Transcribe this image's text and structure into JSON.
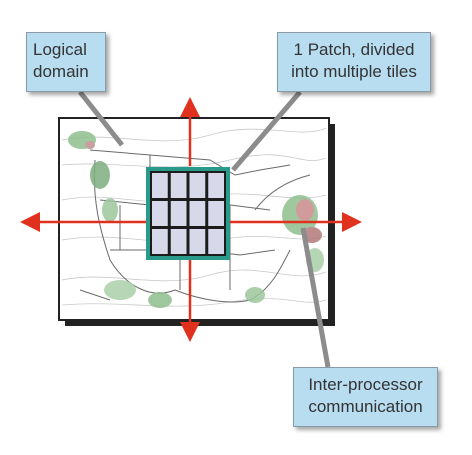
{
  "callouts": {
    "logical_domain": [
      "Logical",
      "domain"
    ],
    "patch": [
      "1 Patch, divided",
      "into multiple tiles"
    ],
    "interprocessor": [
      "Inter-processor",
      "communication"
    ]
  },
  "patch_grid": {
    "rows": 3,
    "cols": 4
  },
  "colors": {
    "arrow": "#e0301e",
    "patch_border": "#2a9a8a",
    "tile_fill": "#d7d9ea",
    "callout_fill": "#b8dcf0",
    "leader_line": "#8c8c8c"
  }
}
